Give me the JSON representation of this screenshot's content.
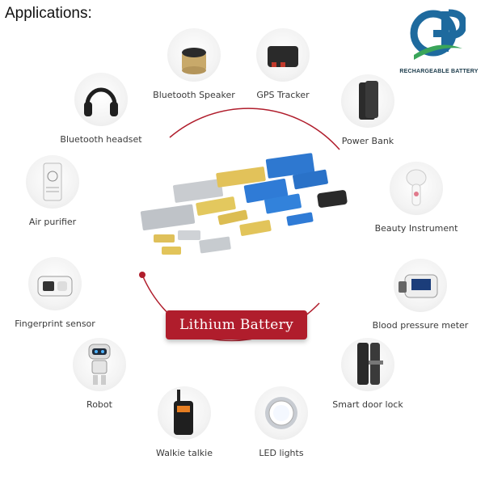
{
  "page": {
    "heading": "Applications:"
  },
  "logo": {
    "letters": "GP",
    "tagline": "RECHARGEABLE BATTERY"
  },
  "center": {
    "banner": "Lithium Battery"
  },
  "applications": [
    {
      "id": "bluetooth-speaker",
      "label": "Bluetooth Speaker",
      "icon": "speaker-icon"
    },
    {
      "id": "gps-tracker",
      "label": "GPS Tracker",
      "icon": "gps-tracker-icon"
    },
    {
      "id": "bluetooth-headset",
      "label": "Bluetooth headset",
      "icon": "headphones-icon"
    },
    {
      "id": "power-bank",
      "label": "Power Bank",
      "icon": "power-bank-icon"
    },
    {
      "id": "air-purifier",
      "label": "Air purifier",
      "icon": "air-purifier-icon"
    },
    {
      "id": "beauty-instrument",
      "label": "Beauty Instrument",
      "icon": "beauty-instrument-icon"
    },
    {
      "id": "fingerprint-sensor",
      "label": "Fingerprint sensor",
      "icon": "fingerprint-sensor-icon"
    },
    {
      "id": "blood-pressure-meter",
      "label": "Blood pressure meter",
      "icon": "blood-pressure-meter-icon"
    },
    {
      "id": "robot",
      "label": "Robot",
      "icon": "robot-icon"
    },
    {
      "id": "smart-door-lock",
      "label": "Smart door lock",
      "icon": "door-lock-icon"
    },
    {
      "id": "walkie-talkie",
      "label": "Walkie talkie",
      "icon": "walkie-talkie-icon"
    },
    {
      "id": "led-lights",
      "label": "LED lights",
      "icon": "led-light-icon"
    }
  ],
  "colors": {
    "banner": "#b01d2c",
    "ring": "#b01d2c",
    "logo_blue": "#1e6a9e",
    "logo_green": "#3aa55a"
  }
}
